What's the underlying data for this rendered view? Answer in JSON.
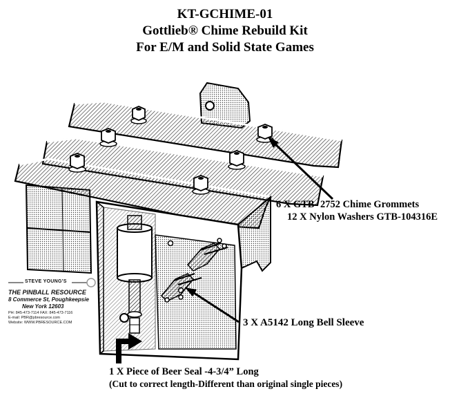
{
  "title": {
    "line1": "KT-GCHIME-01",
    "line2": "Gottlieb® Chime Rebuild Kit",
    "line3": "For E/M and Solid State Games"
  },
  "callouts": {
    "grommets_line1": "6 X GTB- 2752 Chime Grommets",
    "grommets_line2": "12 X Nylon Washers GTB-104316E",
    "sleeve": "3 X A5142 Long Bell Sleeve",
    "seal_line1": "1 X  Piece of Beer Seal -4-3/4” Long",
    "seal_line2": "(Cut to correct length-Different than original single pieces)"
  },
  "logo": {
    "brand": "STEVE YOUNG'S",
    "name": "THE PINBALL RESOURCE",
    "address1": "8 Commerce St, Poughkeepsie",
    "address2": "New York 12603",
    "phone": "PH:  845-473-7114    FAX:  845-473-7116",
    "email": "E-mail:     PBR@pbresource.com",
    "web": "Website: WWW.PBRESOURCE.COM"
  },
  "colors": {
    "ink": "#000000",
    "hatch": "#333333",
    "paper": "#ffffff"
  }
}
